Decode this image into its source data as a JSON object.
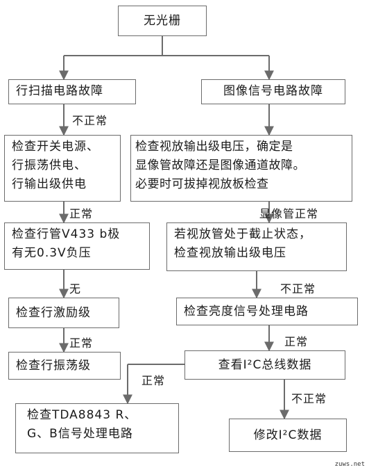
{
  "nodes": {
    "root": "无光栅",
    "line_scan": "行扫描电路故障",
    "image_signal": "图像信号电路故障",
    "check_power": [
      "检查开关电源、",
      "行振荡供电、",
      "行输出级供电"
    ],
    "check_tube": [
      "检查行管V433 b极",
      "有无0.3V负压"
    ],
    "check_drive": "检查行激励级",
    "check_osc": "检查行振荡级",
    "check_video_out": [
      "检查视放输出级电压，确定是",
      "显像管故障还是图像通道故障。",
      "必要时可拔掉视放板检查"
    ],
    "check_cutoff": [
      "若视放管处于截止状态，",
      "检查视放输出级电压"
    ],
    "check_luma": "检查亮度信号处理电路",
    "view_i2c": "查看I²C总线数据",
    "check_tda": [
      "检查TDA8843 R、",
      "G、B信号处理电路"
    ],
    "modify_i2c": "修改I²C数据"
  },
  "labels": {
    "abnormal_1": "不正常",
    "normal_1": "正常",
    "none": "无",
    "normal_2": "正常",
    "crt_normal": "显像管正常",
    "abnormal_2": "不正常",
    "normal_3": "正常",
    "normal_4": "正常",
    "abnormal_3": "不正常"
  },
  "watermark": "zuws.net"
}
